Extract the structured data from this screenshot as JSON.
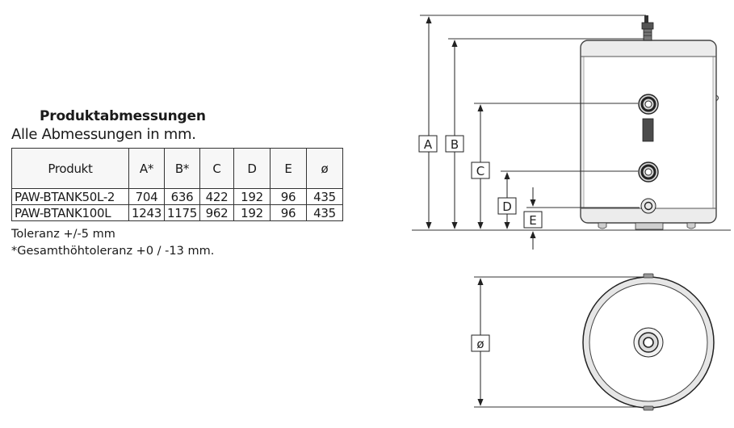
{
  "title": "Produktabmessungen",
  "subtitle": "Alle Abmessungen in mm.",
  "table": {
    "headers": [
      "Produkt",
      "A*",
      "B*",
      "C",
      "D",
      "E",
      "ø"
    ],
    "rows": [
      [
        "PAW-BTANK50L-2",
        "704",
        "636",
        "422",
        "192",
        "96",
        "435"
      ],
      [
        "PAW-BTANK100L",
        "1243",
        "1175",
        "962",
        "192",
        "96",
        "435"
      ]
    ]
  },
  "notes": {
    "tolerance": "Toleranz +/-5 mm",
    "height_tolerance": "*Gesamthöhtoleranz +0 / -13 mm."
  },
  "drawing": {
    "labels": {
      "a": "A",
      "b": "B",
      "c": "C",
      "d": "D",
      "e": "E",
      "diameter": "ø"
    }
  }
}
